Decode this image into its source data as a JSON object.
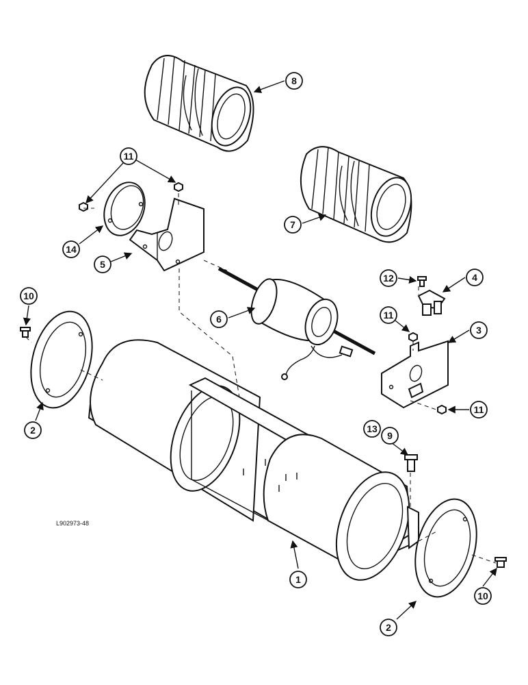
{
  "diagram": {
    "reference_code": "L902973-48",
    "callouts": [
      "8",
      "11",
      "14",
      "5",
      "7",
      "10",
      "2",
      "6",
      "12",
      "4",
      "11",
      "3",
      "11",
      "1",
      "13",
      "9",
      "10",
      "2"
    ]
  }
}
